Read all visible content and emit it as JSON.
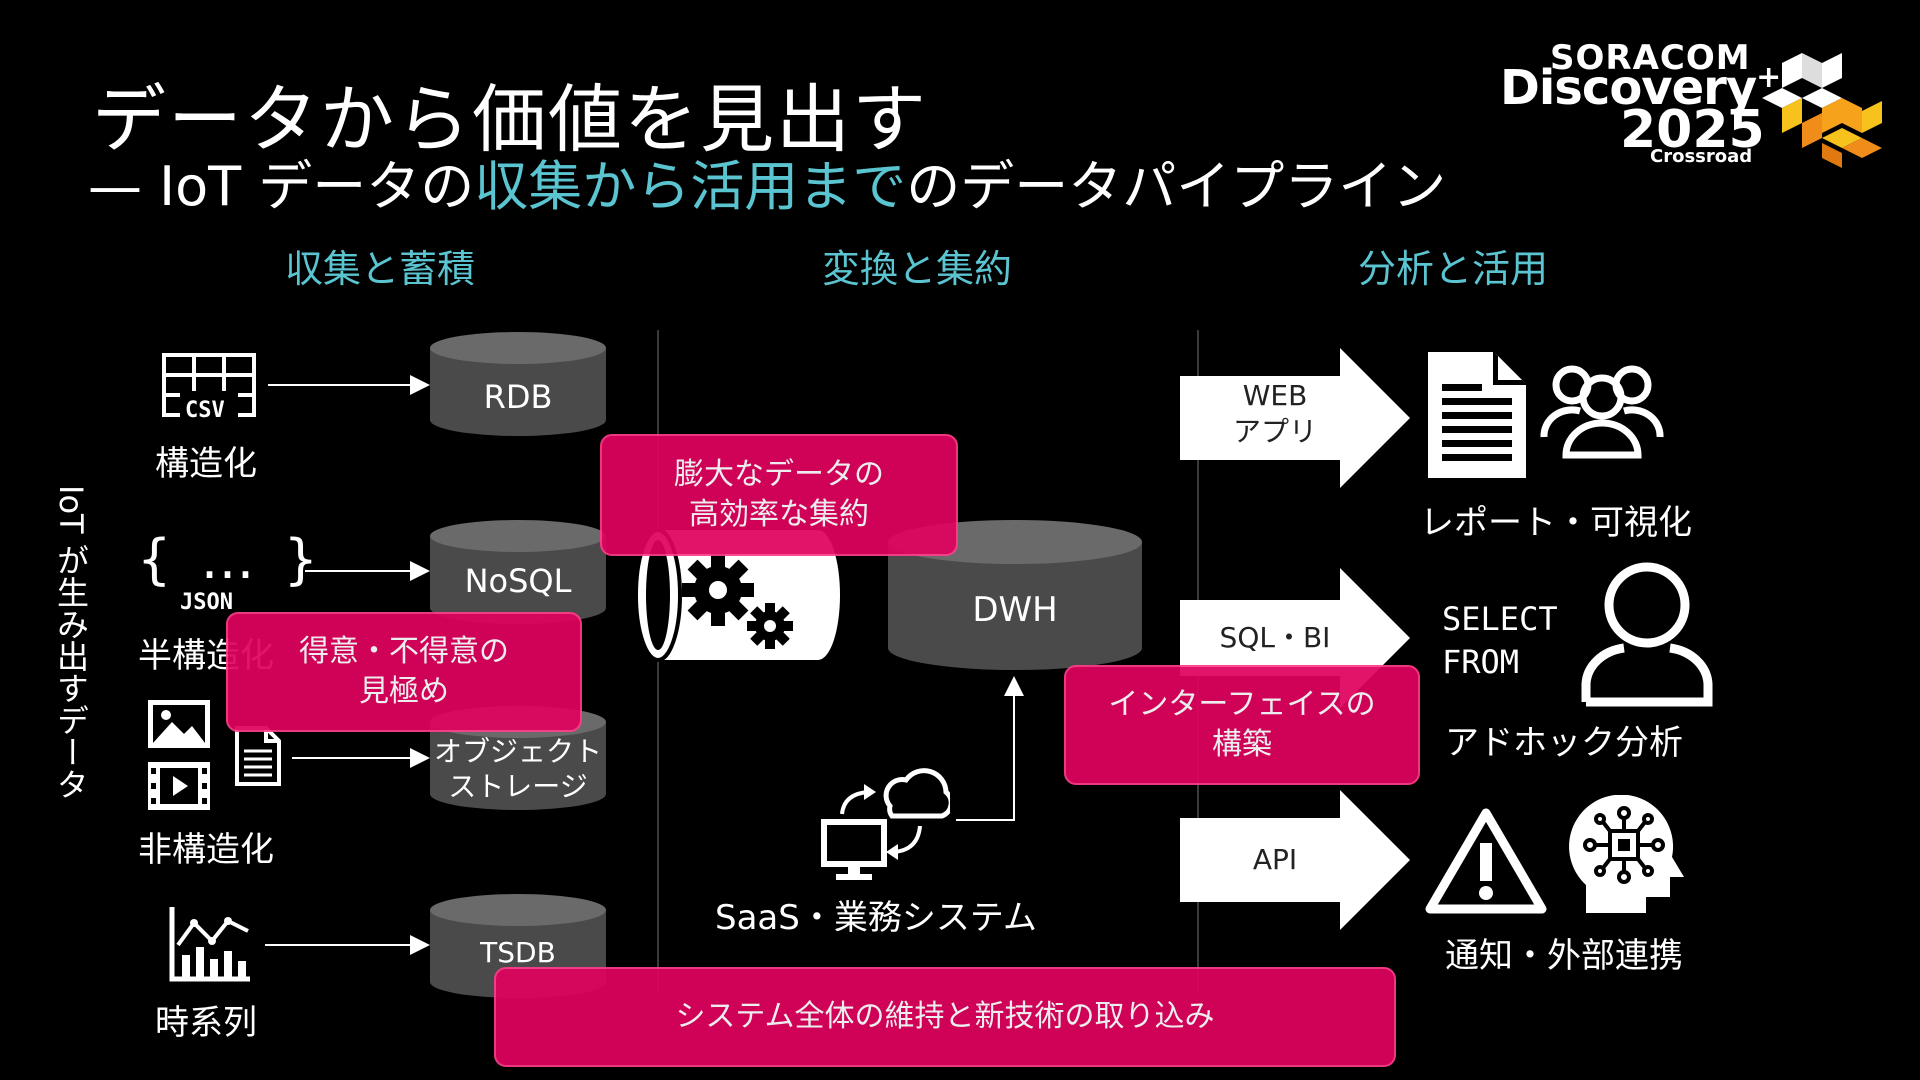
{
  "title": {
    "main": "データから価値を見出す",
    "sub_prefix": "— IoT データの",
    "sub_highlight": "収集から活用まで",
    "sub_suffix": "のデータパイプライン"
  },
  "logo": {
    "line1": "SORACOM",
    "line2": "Discovery",
    "plus": "+",
    "line3": "2025",
    "line4": "Crossroad"
  },
  "columns": {
    "collect": "収集と蓄積",
    "transform": "変換と集約",
    "analyze": "分析と活用"
  },
  "side_label": "IoT が生み出すデータ",
  "sources": {
    "structured": {
      "icon_text": "CSV",
      "label": "構造化"
    },
    "semi": {
      "icon_text": "{ … }",
      "icon_sub": "JSON",
      "label": "半構造化"
    },
    "unstructured": {
      "label": "非構造化"
    },
    "timeseries": {
      "label": "時系列"
    }
  },
  "stores": {
    "rdb": "RDB",
    "nosql": "NoSQL",
    "object_line1": "オブジェクト",
    "object_line2": "ストレージ",
    "tsdb": "TSDB"
  },
  "center": {
    "dwh": "DWH",
    "saas": "SaaS・業務システム"
  },
  "outputs": {
    "web_line1": "WEB",
    "web_line2": "アプリ",
    "sql_bi": "SQL・BI",
    "api": "API",
    "report_label": "レポート・可視化",
    "select": "SELECT",
    "from": "FROM",
    "adhoc_label": "アドホック分析",
    "notify_label": "通知・外部連携"
  },
  "callouts": {
    "aggregate_line1": "膨大なデータの",
    "aggregate_line2": "高効率な集約",
    "strength_line1": "得意・不得意の",
    "strength_line2": "見極め",
    "interface_line1": "インターフェイスの",
    "interface_line2": "構築",
    "maintain": "システム全体の維持と新技術の取り込み"
  },
  "colors": {
    "accent_teal": "#5bc4d1",
    "callout_pink": "#e0035f",
    "cylinder": "#4a4a4a",
    "logo_orange": "#f7a21b"
  }
}
